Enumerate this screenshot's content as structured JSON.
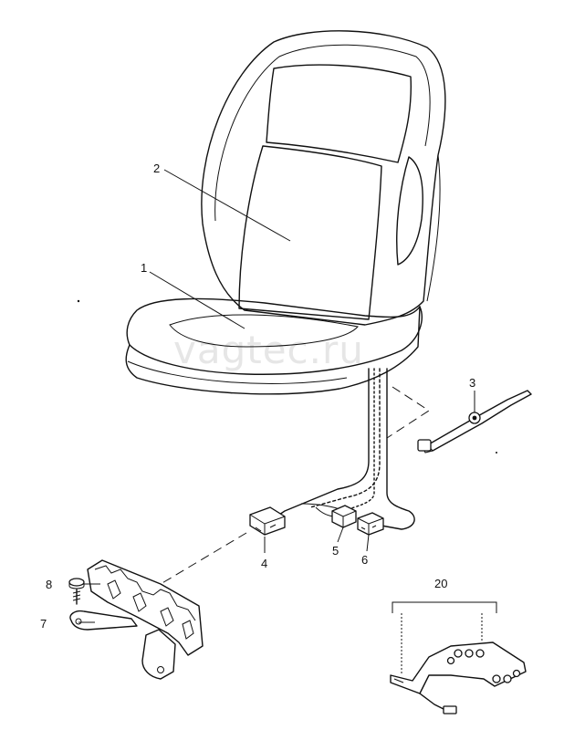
{
  "watermark": "vagtec.ru",
  "callouts": {
    "c1": "1",
    "c2": "2",
    "c3": "3",
    "c4": "4",
    "c5": "5",
    "c6": "6",
    "c7": "7",
    "c8": "8",
    "c20": "20"
  }
}
